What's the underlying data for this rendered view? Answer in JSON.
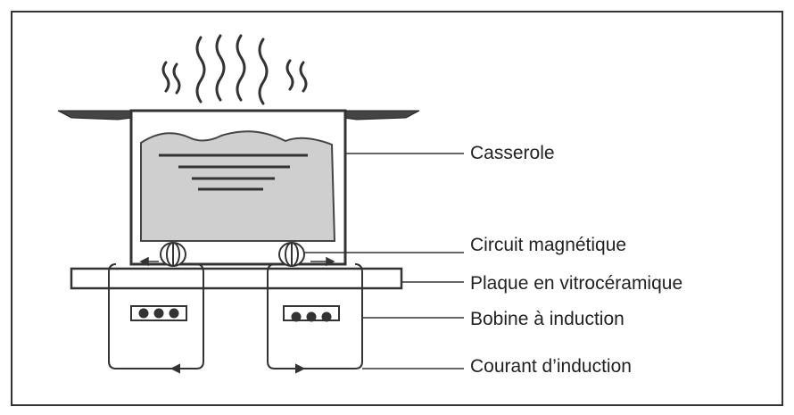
{
  "labels": {
    "casserole": "Casserole",
    "circuit": "Circuit magnétique",
    "plaque": "Plaque en vitrocéramique",
    "bobine": "Bobine à induction",
    "courant": "Courant d’induction"
  },
  "colors": {
    "line": "#333333",
    "liquid": "#cfcfcf",
    "frame": "#333333"
  }
}
